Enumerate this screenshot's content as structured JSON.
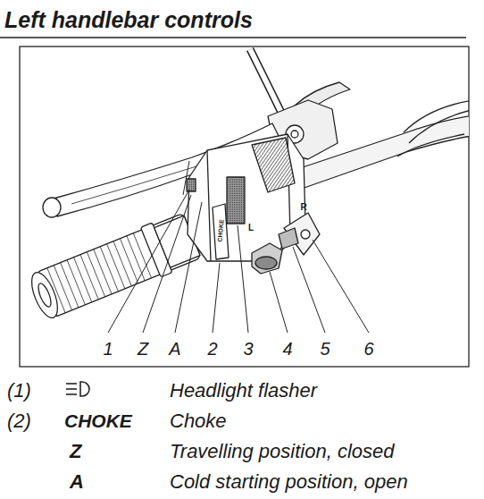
{
  "diagram": {
    "title": "Left handlebar controls",
    "labels": [
      "1",
      "Z",
      "A",
      "2",
      "3",
      "4",
      "5",
      "6",
      "CHOKE",
      "L",
      "R",
      "(1)",
      "Headlight flasher",
      "(2)",
      "CHOKE",
      "Choke",
      "Z",
      "Travelling position, closed",
      "A",
      "Cold starting position, open"
    ]
  }
}
